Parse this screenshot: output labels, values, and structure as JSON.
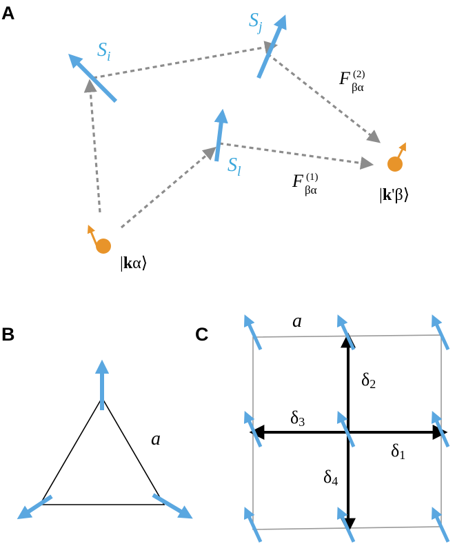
{
  "panels": {
    "a": {
      "label": "A",
      "spins": {
        "i": {
          "symbol": "S",
          "sub": "i"
        },
        "j": {
          "symbol": "S",
          "sub": "j"
        },
        "l": {
          "symbol": "S",
          "sub": "l"
        }
      },
      "initial_state": {
        "bar": "|",
        "bold": "k",
        "greek": "α",
        "close": "⟩"
      },
      "final_state": {
        "bar": "|",
        "bold": "k",
        "prime": "'",
        "greek": "β",
        "close": "⟩"
      },
      "amplitude_1": {
        "symbol": "F",
        "sub": "βα",
        "sup": "(1)"
      },
      "amplitude_2": {
        "symbol": "F",
        "sub": "βα",
        "sup": "(2)"
      }
    },
    "b": {
      "label": "B",
      "edge_label": "a"
    },
    "c": {
      "label": "C",
      "edge_label": "a",
      "vectors": [
        {
          "base": "δ",
          "sub": "1"
        },
        {
          "base": "δ",
          "sub": "2"
        },
        {
          "base": "δ",
          "sub": "3"
        },
        {
          "base": "δ",
          "sub": "4"
        }
      ]
    }
  },
  "colors": {
    "spin": "#5aa7e0",
    "spin_label": "#3aa7dc",
    "electron": "#e8942a",
    "path": "#8c8c8c",
    "lattice": "#9a9a9a",
    "vector": "#000000"
  }
}
